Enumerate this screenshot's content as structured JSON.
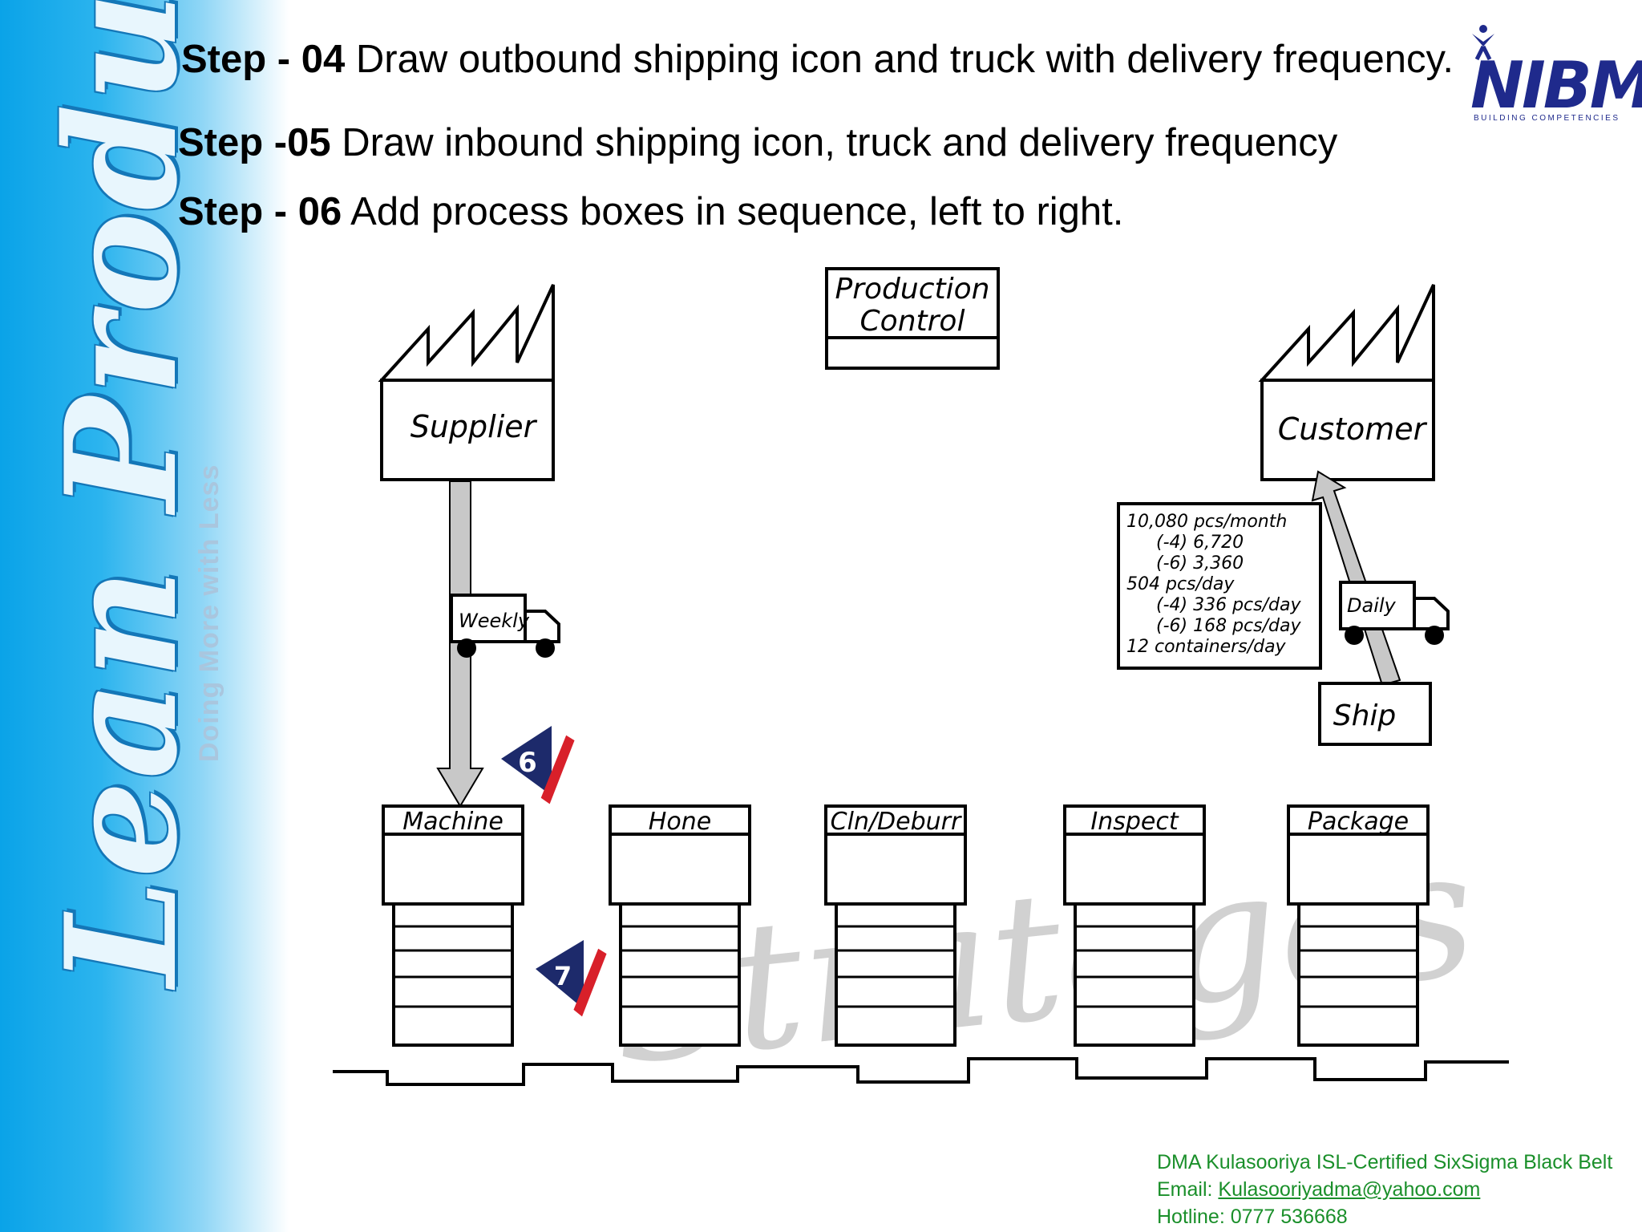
{
  "sidebar": {
    "title": "Lean Products",
    "tagline": "Doing More with Less"
  },
  "steps": [
    {
      "label": "Step - 04",
      "text": "Draw outbound shipping icon and truck with delivery frequency."
    },
    {
      "label": "Step  -05",
      "text": "Draw inbound shipping icon, truck and delivery frequency"
    },
    {
      "label": "Step - 06",
      "text": "Add process boxes in sequence, left to right."
    }
  ],
  "logo": {
    "name": "NIBM",
    "subtitle": "BUILDING COMPETENCIES"
  },
  "diagram": {
    "production_control": {
      "line1": "Production",
      "line2": "Control"
    },
    "supplier": "Supplier",
    "customer": "Customer",
    "supplier_truck": "Weekly",
    "customer_truck": "Daily",
    "ship": "Ship",
    "demand_lines": [
      "10,080 pcs/month",
      "(-4) 6,720",
      "(-6) 3,360",
      "504 pcs/day",
      "(-4) 336 pcs/day",
      "(-6) 168 pcs/day",
      "12 containers/day"
    ],
    "processes": [
      "Machine",
      "Hone",
      "Cln/Deburr",
      "Inspect",
      "Package"
    ],
    "markers": [
      "6",
      "7"
    ],
    "watermark": "Strategos",
    "colors": {
      "arrow_fill": "#c8c8c8",
      "marker_navy": "#1d2a6b",
      "marker_red": "#d8202a"
    }
  },
  "footer": {
    "line1": "DMA Kulasooriya ISL-Certified SixSigma Black Belt",
    "email_label": "Email:",
    "email": "Kulasooriyadma@yahoo.com",
    "hotline": "Hotline: 0777 536668"
  }
}
